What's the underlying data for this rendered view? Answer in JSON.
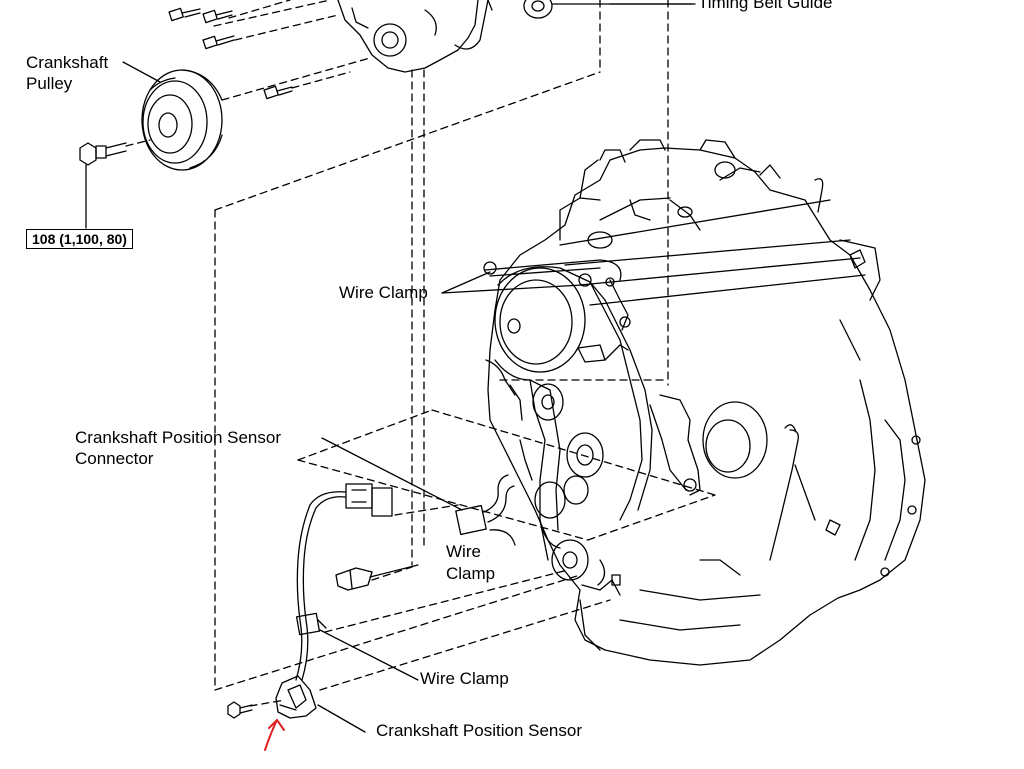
{
  "labels": {
    "timing_belt_guide": "Timing Belt Guide",
    "crankshaft_pulley_line1": "Crankshaft",
    "crankshaft_pulley_line2": "Pulley",
    "torque_spec": "108 (1,100, 80)",
    "wire_clamp_top": "Wire Clamp",
    "cps_connector_line1": "Crankshaft  Position Sensor",
    "cps_connector_line2": "Connector",
    "wire_clamp_mid_line1": "Wire",
    "wire_clamp_mid_line2": "Clamp",
    "wire_clamp_bottom": "Wire Clamp",
    "crankshaft_position_sensor": "Crankshaft Position Sensor"
  },
  "colors": {
    "ink": "#000000",
    "background": "#ffffff",
    "annotation_mark": "#e02020"
  }
}
